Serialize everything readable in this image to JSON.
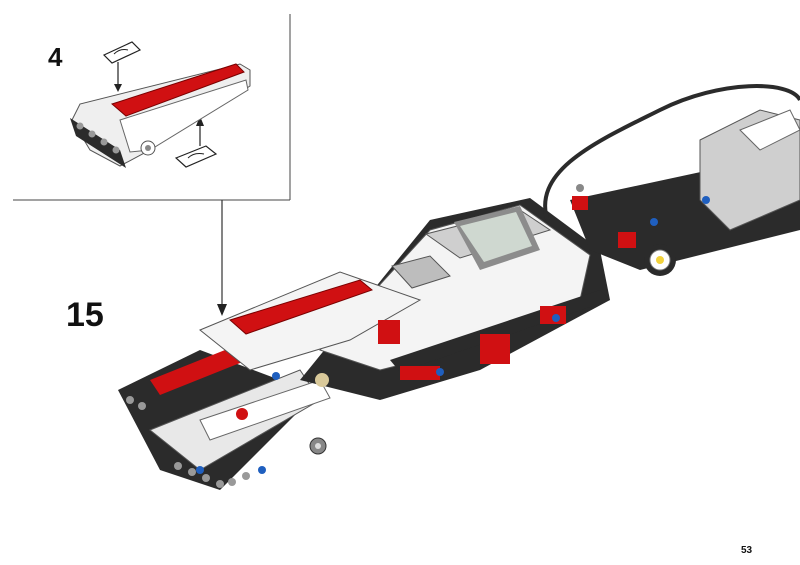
{
  "callout": {
    "step_number": "4"
  },
  "main": {
    "step_number": "15"
  },
  "footer": {
    "page_number": "53"
  },
  "colors": {
    "red": "#d01012",
    "white": "#f4f4f4",
    "dark": "#2b2b2b",
    "light_gray": "#bdbdbd",
    "mid_gray": "#8c8c8c",
    "blue": "#1f5fbf",
    "screen": "#cfd8d0",
    "tan": "#d9c99a",
    "yellow": "#f2d23c"
  },
  "icons": [
    "rotate-flip-icon",
    "arrow-down-icon",
    "arrow-up-icon"
  ]
}
